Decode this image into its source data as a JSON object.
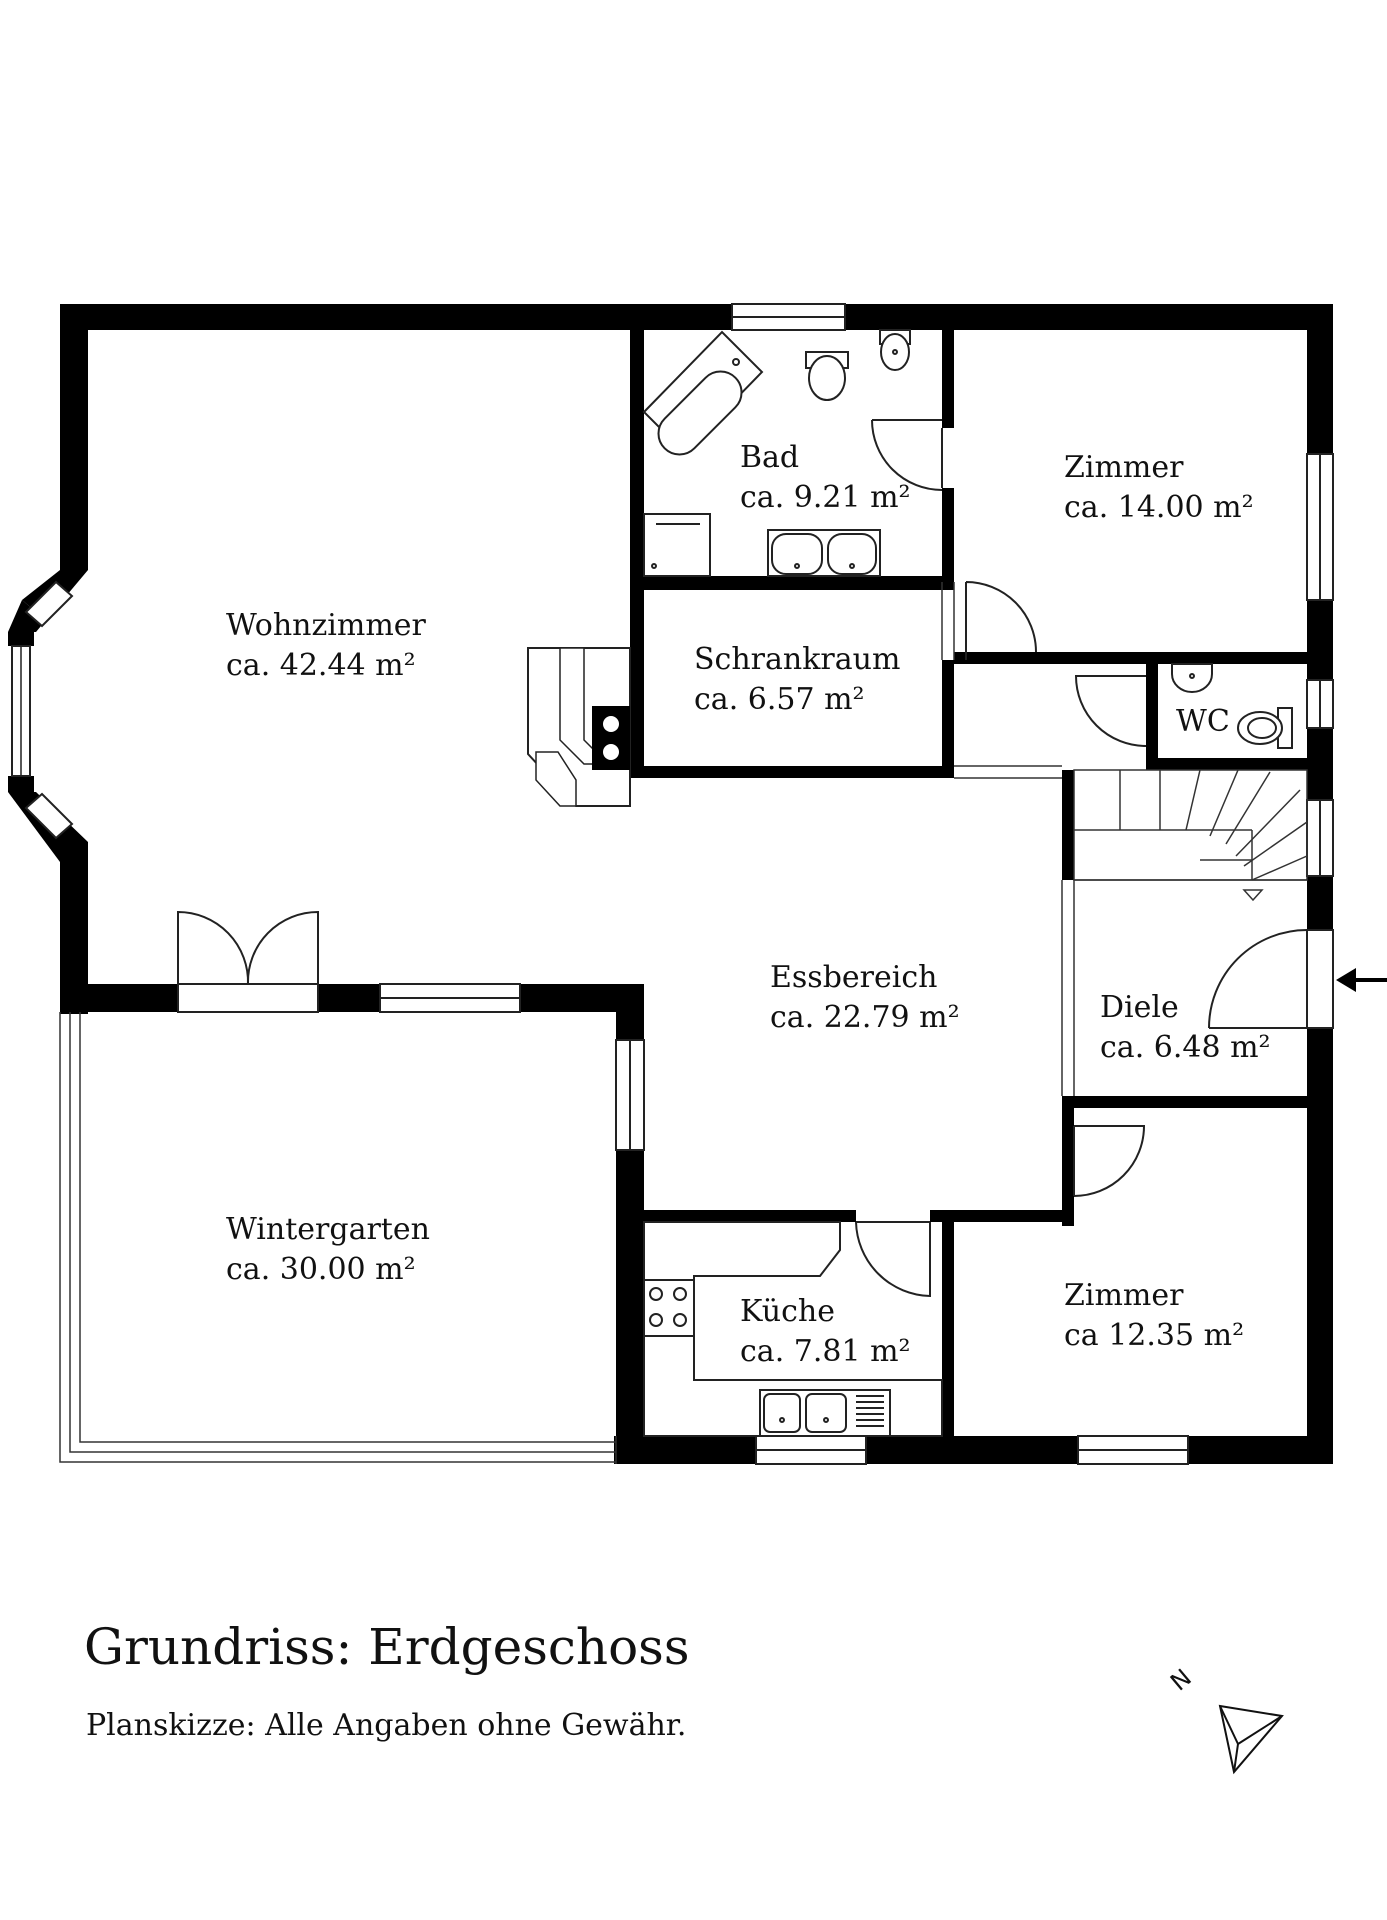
{
  "rooms": {
    "wohnzimmer": {
      "name": "Wohnzimmer",
      "area": "ca. 42.44 m²"
    },
    "bad": {
      "name": "Bad",
      "area": "ca. 9.21 m²"
    },
    "zimmer1": {
      "name": "Zimmer",
      "area": "ca. 14.00 m²"
    },
    "schrankraum": {
      "name": "Schrankraum",
      "area": "ca. 6.57 m²"
    },
    "wc": {
      "name": "WC"
    },
    "essbereich": {
      "name": "Essbereich",
      "area": "ca. 22.79 m²"
    },
    "diele": {
      "name": "Diele",
      "area": "ca. 6.48 m²"
    },
    "wintergarten": {
      "name": "Wintergarten",
      "area": "ca. 30.00 m²"
    },
    "kueche": {
      "name": "Küche",
      "area": "ca. 7.81 m²"
    },
    "zimmer2": {
      "name": "Zimmer",
      "area": "ca 12.35 m²"
    }
  },
  "title": "Grundriss: Erdgeschoss",
  "subtitle": "Planskizze: Alle Angaben ohne Gewähr.",
  "compass": {
    "label": "N"
  },
  "colors": {
    "wall": "#000000",
    "line": "#222222",
    "background": "#ffffff"
  }
}
